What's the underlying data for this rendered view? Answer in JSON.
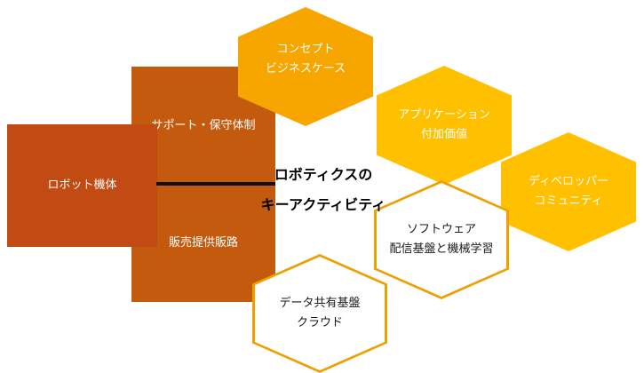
{
  "diagram": {
    "center_label": {
      "line1": "ロボティクスの",
      "line2": "キーアクティビティ"
    },
    "blocks": {
      "robot": {
        "line1": "ロボット機体"
      },
      "support": {
        "line1": "サポート・保守体制"
      },
      "sales": {
        "line1": "販売提供販路"
      }
    },
    "hexagons": {
      "concept": {
        "line1": "コンセプト",
        "line2": "ビジネスケース"
      },
      "application": {
        "line1": "アプリケーション",
        "line2": "付加価値"
      },
      "developer": {
        "line1": "ディベロッパー",
        "line2": "コミュニティ"
      },
      "software": {
        "line1": "ソフトウェア",
        "line2": "配信基盤と機械学習"
      },
      "datacloud": {
        "line1": "データ共有基盤",
        "line2": "クラウド"
      }
    },
    "colors": {
      "robot_block": "#C14B12",
      "dark_orange": "#C45A0E",
      "concept_amber": "#F7A600",
      "amber": "#FFC000",
      "hex_outline": "#EDA000",
      "divider": "#111111",
      "label_on_fill": "#FFFFFF",
      "label_on_outline": "#1A1A1A",
      "center_text": "#000000"
    }
  }
}
